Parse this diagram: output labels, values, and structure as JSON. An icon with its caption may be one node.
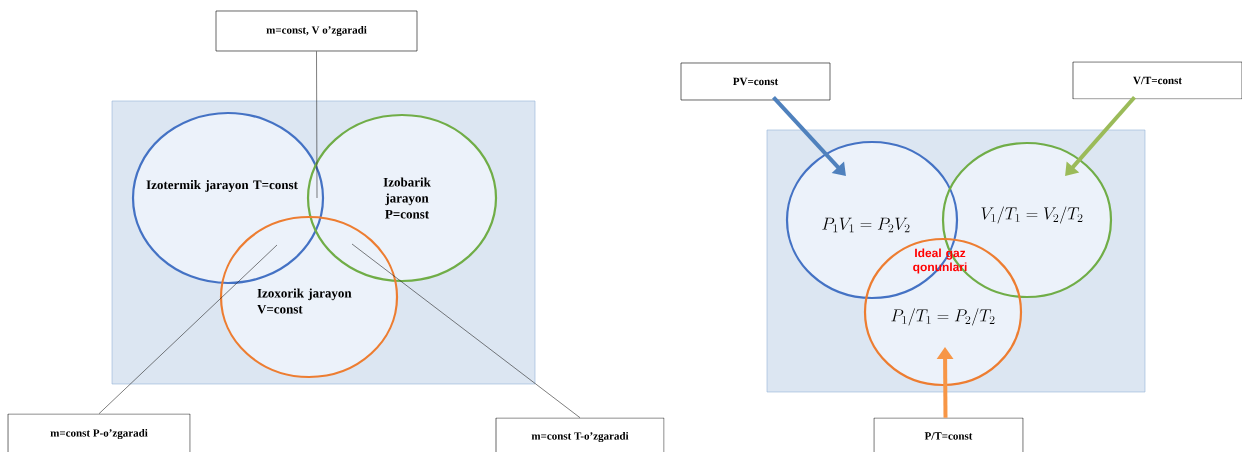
{
  "diagram": {
    "nodes": [
      {
        "text": [],
        "shape": "box"
      },
      {
        "text": [
          "m=const, V o’zgaradi"
        ]
      },
      {
        "text": [
          "Izotermik jarayon T=const"
        ],
        "in": 0
      },
      {
        "text": [
          "Izobarik jarayon P=const"
        ],
        "in": 0
      },
      {
        "text": [
          "Izoxorik jarayon V=const"
        ],
        "in": 0
      },
      {
        "text": [
          "m=const P-o’zgaradi"
        ]
      },
      {
        "text": [
          "m=const T-o’zgaradi"
        ]
      },
      {
        "text": [],
        "shape": "box"
      },
      {
        "text": [
          "PV=const"
        ]
      },
      {
        "text": [
          "V/T=const"
        ]
      },
      {
        "text": [
          "P_1V_1=P_2V_2"
        ],
        "in": 7
      },
      {
        "text": [
          "V_1/T_1=V_2/T_2"
        ],
        "in": 7
      },
      {
        "text": [
          "P_1/T_1=P_2/T_2"
        ],
        "in": 7
      },
      {
        "text": [
          "P/T=const"
        ]
      }
    ],
    "edges": [
      {
        "from": 1,
        "to": 3,
        "arrow": "none"
      },
      {
        "from": 5,
        "to": 4,
        "arrow": "none"
      },
      {
        "from": 6,
        "to": 4,
        "arrow": "none"
      },
      {
        "from": 8,
        "to": 10,
        "arrow": "to",
        "style": "thick",
        "color": "#4f81bd"
      },
      {
        "from": 9,
        "to": 11,
        "arrow": "to",
        "style": "thick",
        "color": "#9bbb59"
      },
      {
        "from": 13,
        "to": 12,
        "arrow": "to",
        "style": "thick",
        "color": "#f79646"
      }
    ],
    "labels": [
      "Ideal gaz qonunlari"
    ]
  }
}
